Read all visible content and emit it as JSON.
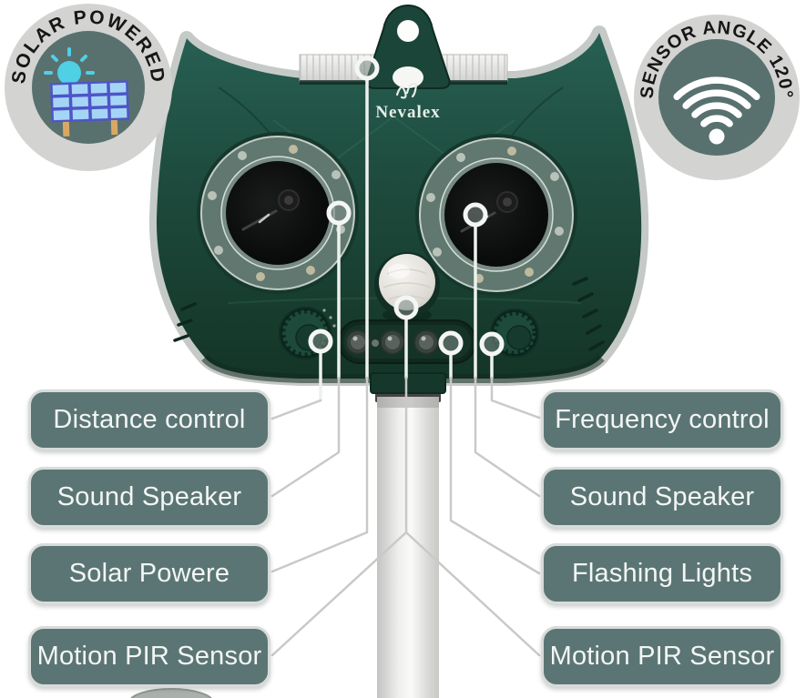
{
  "badges": {
    "solar": {
      "text": "SOLAR POWERED",
      "icon": "solar-panel-sun-icon"
    },
    "sensor": {
      "text": "SENSOR ANGLE 120°",
      "icon": "wifi-signal-icon"
    }
  },
  "device": {
    "brand": "Nevalex",
    "type": "ultrasonic-pest-repeller"
  },
  "labels": {
    "left": [
      "Distance control",
      "Sound Speaker",
      "Solar Powere",
      "Motion PIR Sensor"
    ],
    "right": [
      "Frequency control",
      "Sound Speaker",
      "Flashing Lights",
      "Motion PIR Sensor"
    ]
  },
  "colors": {
    "background": "#ffffff",
    "device_green": "#1d4a3c",
    "device_green_dark": "#143527",
    "shell_gray": "#c6cac7",
    "label_fill": "#5b7574",
    "label_border": "#d7dbd9",
    "label_text": "#f2f6f4",
    "badge_ring": "#d3d3d1",
    "badge_inner": "#58716f",
    "badge_text": "#161616",
    "connector_line": "#c9c9c7",
    "solar_icon_blue": "#a5d5f5",
    "solar_icon_border": "#4f55c8",
    "sun_cyan": "#4fd0e4"
  }
}
